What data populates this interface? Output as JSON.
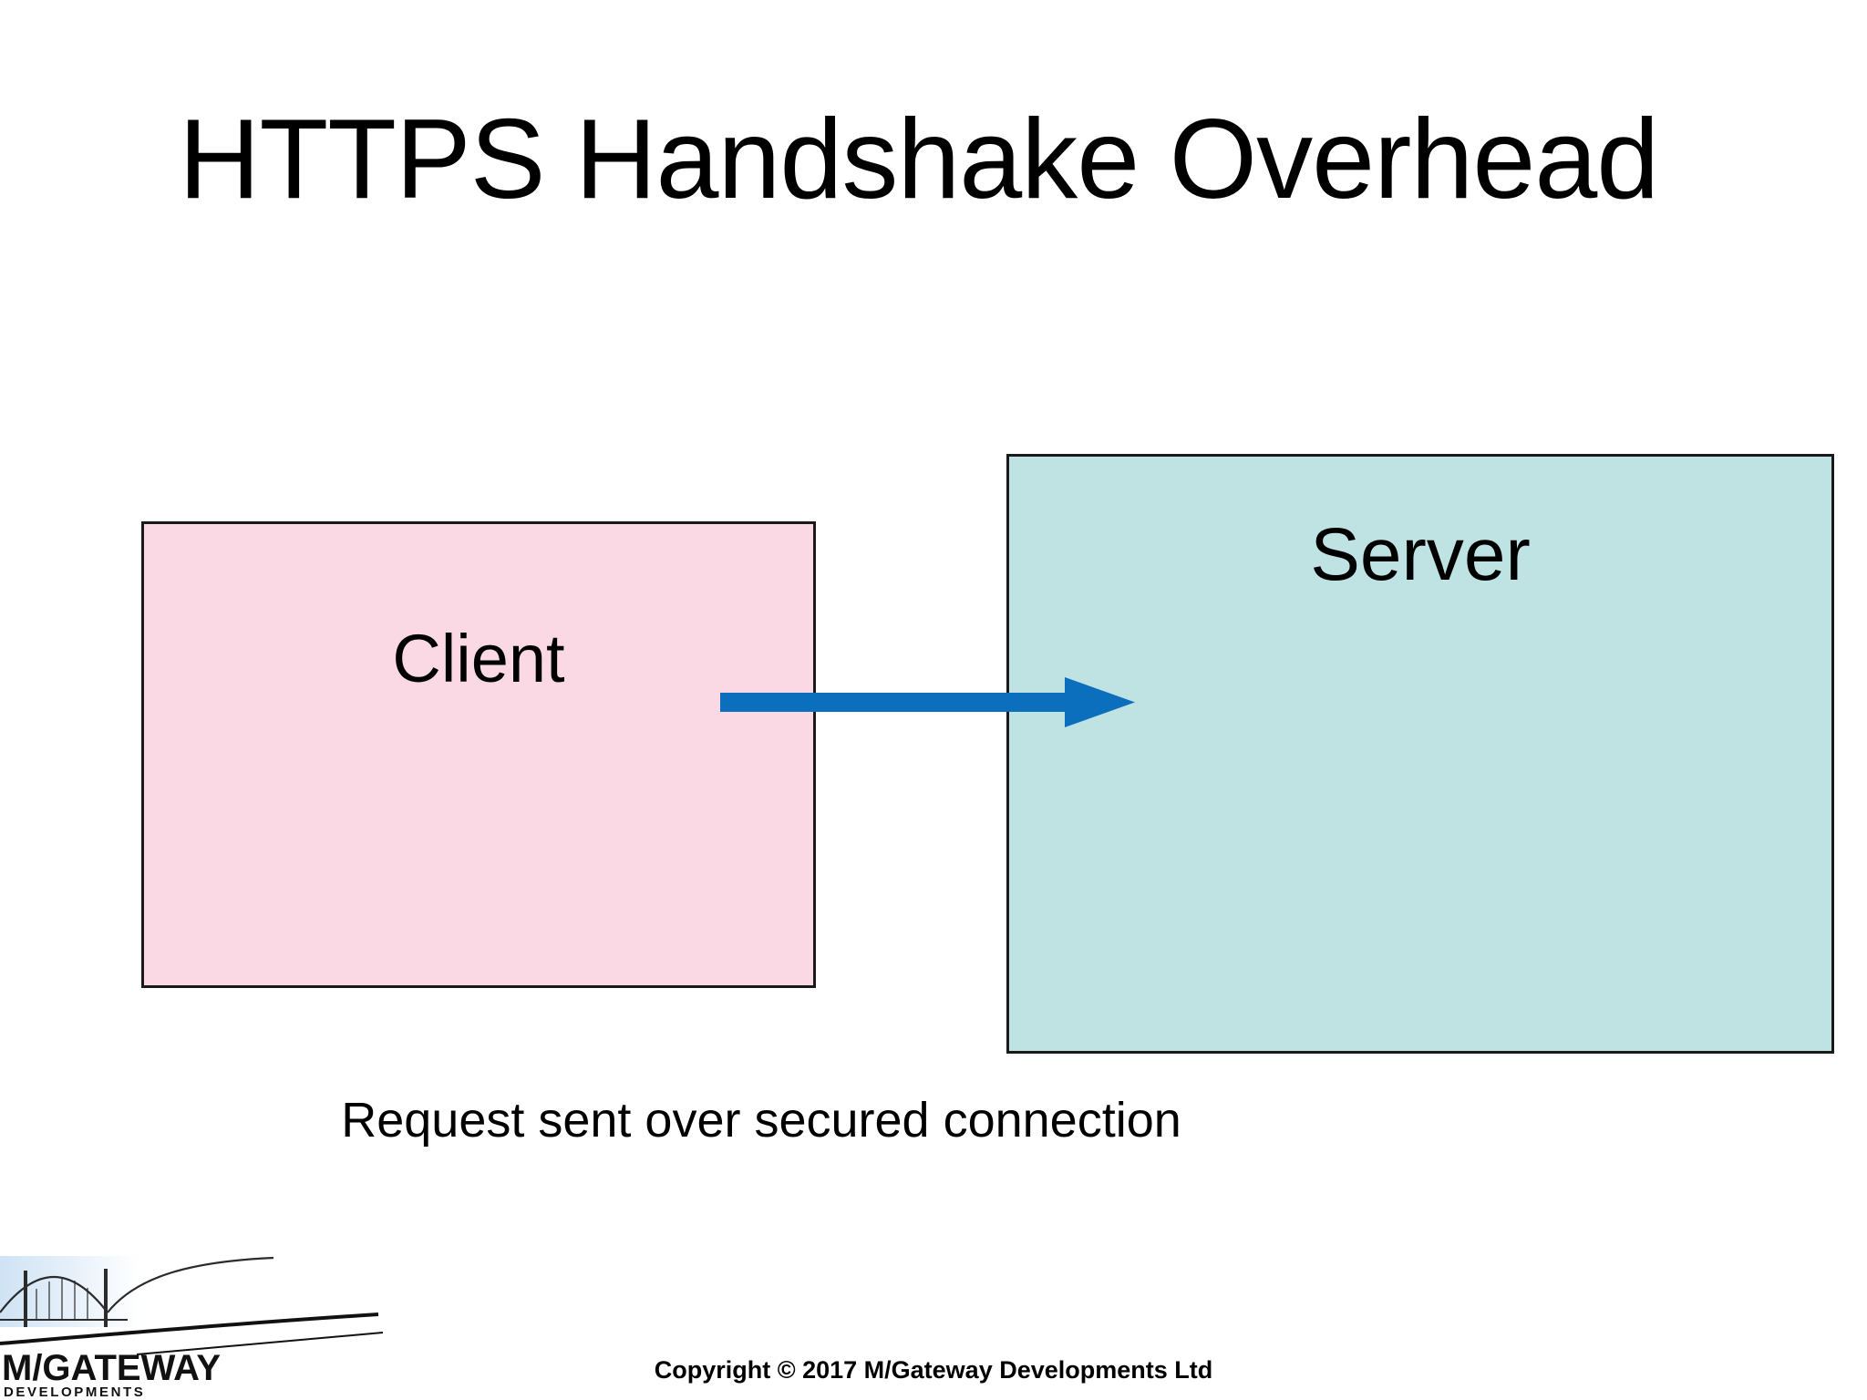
{
  "slide": {
    "title": "HTTPS Handshake Overhead",
    "background_color": "#ffffff"
  },
  "diagram": {
    "nodes": [
      {
        "id": "client",
        "label": "Client",
        "fill_color": "#fbd9e4",
        "border_color": "#1a1a1a"
      },
      {
        "id": "server",
        "label": "Server",
        "fill_color": "#bfe2e2",
        "border_color": "#1a1a1a"
      }
    ],
    "arrow": {
      "name": "request-arrow",
      "direction": "client-to-server",
      "color": "#0b6fbe"
    },
    "caption": "Request sent over secured connection"
  },
  "footer": {
    "logo": {
      "name": "mgateway-logo",
      "primary_text": "M/GATEWAY",
      "secondary_text": "D E V E L O P M E N T S"
    },
    "copyright": "Copyright © 2017 M/Gateway Developments Ltd"
  }
}
